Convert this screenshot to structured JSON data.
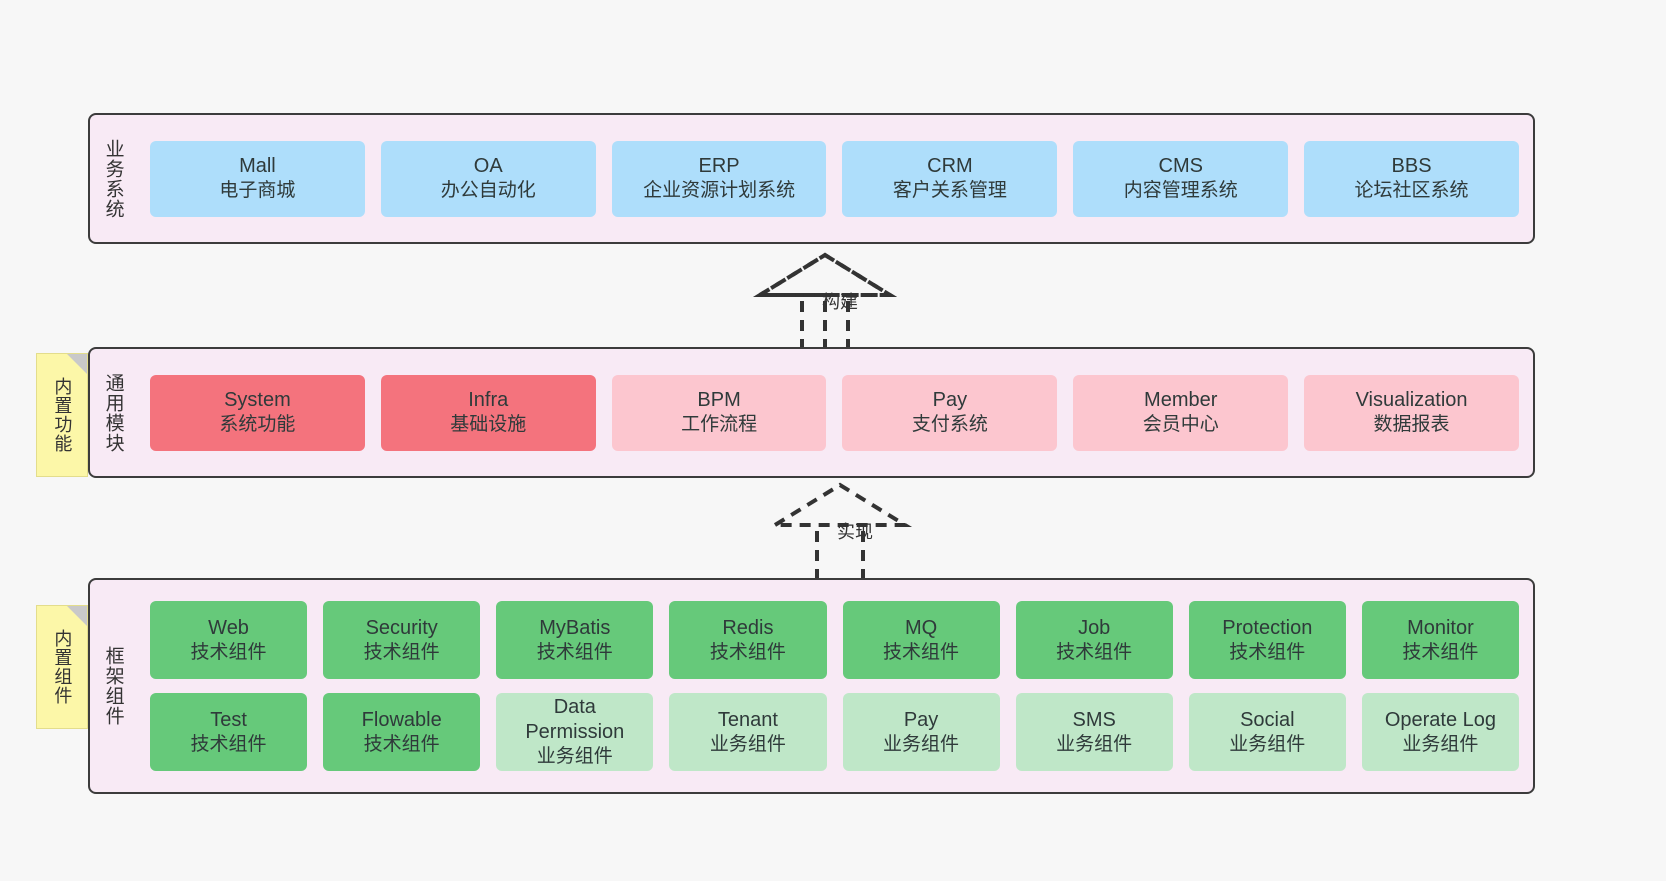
{
  "diagram": {
    "background_color": "#f7f7f7",
    "panel_color": "#f8eaf5",
    "panel_border_color": "#3c3c3c"
  },
  "notes": [
    {
      "id": "builtin-function",
      "text": "内置功能",
      "color": "#fcf7a8"
    },
    {
      "id": "builtin-component",
      "text": "内置组件",
      "color": "#fcf7a8"
    }
  ],
  "connectors": [
    {
      "id": "build",
      "label": "构建",
      "style": "dashed-generalization-up"
    },
    {
      "id": "realize",
      "label": "实现",
      "style": "dashed-generalization-up"
    }
  ],
  "layers": {
    "business": {
      "label": "业务系统",
      "color": "#aedefb",
      "cells": [
        {
          "title": "Mall",
          "subtitle": "电子商城",
          "color": "#aedefb"
        },
        {
          "title": "OA",
          "subtitle": "办公自动化",
          "color": "#aedefb"
        },
        {
          "title": "ERP",
          "subtitle": "企业资源计划系统",
          "color": "#aedefb"
        },
        {
          "title": "CRM",
          "subtitle": "客户关系管理",
          "color": "#aedefb"
        },
        {
          "title": "CMS",
          "subtitle": "内容管理系统",
          "color": "#aedefb"
        },
        {
          "title": "BBS",
          "subtitle": "论坛社区系统",
          "color": "#aedefb"
        }
      ]
    },
    "module": {
      "label": "通用模块",
      "cells": [
        {
          "title": "System",
          "subtitle": "系统功能",
          "color": "#f4737d"
        },
        {
          "title": "Infra",
          "subtitle": "基础设施",
          "color": "#f4737d"
        },
        {
          "title": "BPM",
          "subtitle": "工作流程",
          "color": "#fcc6cf"
        },
        {
          "title": "Pay",
          "subtitle": "支付系统",
          "color": "#fcc6cf"
        },
        {
          "title": "Member",
          "subtitle": "会员中心",
          "color": "#fcc6cf"
        },
        {
          "title": "Visualization",
          "subtitle": "数据报表",
          "color": "#fcc6cf"
        }
      ]
    },
    "framework": {
      "label": "框架组件",
      "row1": [
        {
          "title": "Web",
          "subtitle": "技术组件",
          "color": "#66c97a"
        },
        {
          "title": "Security",
          "subtitle": "技术组件",
          "color": "#66c97a"
        },
        {
          "title": "MyBatis",
          "subtitle": "技术组件",
          "color": "#66c97a"
        },
        {
          "title": "Redis",
          "subtitle": "技术组件",
          "color": "#66c97a"
        },
        {
          "title": "MQ",
          "subtitle": "技术组件",
          "color": "#66c97a"
        },
        {
          "title": "Job",
          "subtitle": "技术组件",
          "color": "#66c97a"
        },
        {
          "title": "Protection",
          "subtitle": "技术组件",
          "color": "#66c97a"
        },
        {
          "title": "Monitor",
          "subtitle": "技术组件",
          "color": "#66c97a"
        }
      ],
      "row2": [
        {
          "title": "Test",
          "subtitle": "技术组件",
          "color": "#66c97a"
        },
        {
          "title": "Flowable",
          "subtitle": "技术组件",
          "color": "#66c97a"
        },
        {
          "title": "Data Permission",
          "subtitle": "业务组件",
          "color": "#bfe7c8"
        },
        {
          "title": "Tenant",
          "subtitle": "业务组件",
          "color": "#bfe7c8"
        },
        {
          "title": "Pay",
          "subtitle": "业务组件",
          "color": "#bfe7c8"
        },
        {
          "title": "SMS",
          "subtitle": "业务组件",
          "color": "#bfe7c8"
        },
        {
          "title": "Social",
          "subtitle": "业务组件",
          "color": "#bfe7c8"
        },
        {
          "title": "Operate Log",
          "subtitle": "业务组件",
          "color": "#bfe7c8"
        }
      ]
    }
  }
}
